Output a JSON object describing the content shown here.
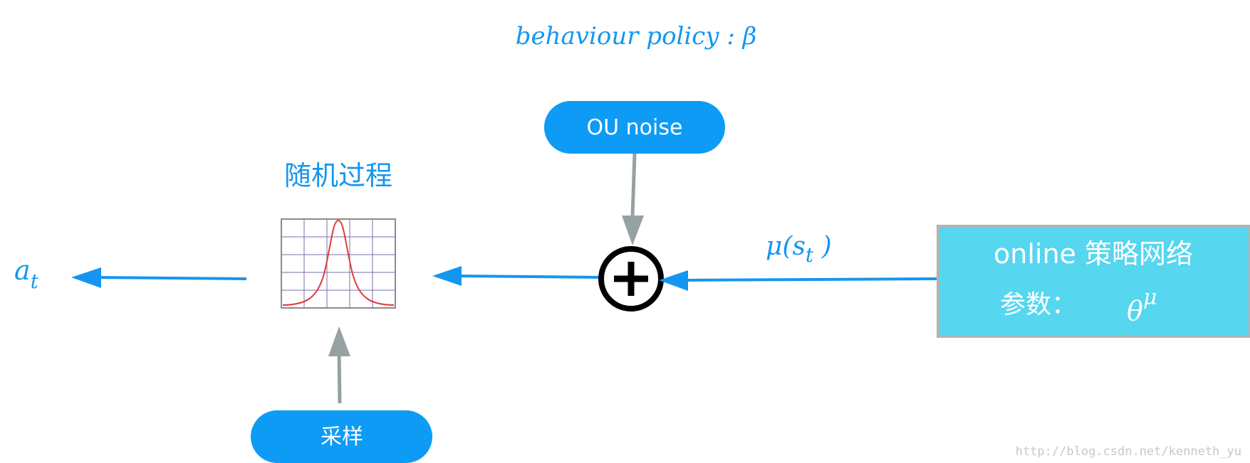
{
  "title": "behaviour policy : β",
  "action_label": {
    "base": "a",
    "subscript": "t"
  },
  "stochastic_process": {
    "label": "随机过程"
  },
  "ou_noise": {
    "label": "OU noise"
  },
  "sampling": {
    "label": "采样"
  },
  "mu_label": {
    "prefix": "μ(s",
    "subscript": "t",
    "suffix": " )"
  },
  "online_policy": {
    "line1": "online 策略网络",
    "line2_prefix": "参数：",
    "theta": "θ",
    "theta_superscript": "μ"
  },
  "watermark": "http://blog.csdn.net/kenneth_yu",
  "colors": {
    "accent": "#1496f0",
    "pill": "#0e9bf5",
    "box_fill": "#56d6ef",
    "box_border": "#b3b3b3",
    "gray_arrow": "#96a1a2",
    "curve": "#e03a3a",
    "grid": "#7a6fae"
  }
}
